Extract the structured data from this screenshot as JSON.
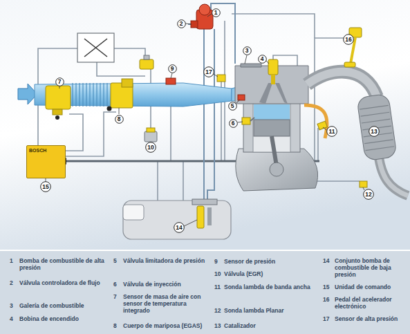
{
  "diagram": {
    "nodes": [
      {
        "text": [
          "1"
        ]
      },
      {
        "text": [
          "2"
        ]
      },
      {
        "text": [
          "16"
        ]
      },
      {
        "text": [
          "3"
        ]
      },
      {
        "text": [
          "4"
        ]
      },
      {
        "text": [
          "9"
        ]
      },
      {
        "text": [
          "17"
        ]
      },
      {
        "text": [
          "7"
        ]
      },
      {
        "text": [
          "5"
        ]
      },
      {
        "text": [
          "8"
        ]
      },
      {
        "text": [
          "6"
        ]
      },
      {
        "text": [
          "11"
        ]
      },
      {
        "text": [
          "13"
        ]
      },
      {
        "text": [
          "BOSCH"
        ]
      },
      {
        "text": [
          "10"
        ]
      },
      {
        "text": [
          "15"
        ]
      },
      {
        "text": [
          "12"
        ]
      },
      {
        "text": [
          "14"
        ]
      }
    ],
    "labels": [
      "1",
      "Bomba de combustible de alta presión",
      "2",
      "Válvula controladora de flujo",
      "3",
      "Galería de combustible",
      "4",
      "Bobina de encendido",
      "5",
      "Válvula limitadora de presión",
      "6",
      "Válvula de inyección",
      "7",
      "Sensor de masa de aire con sensor de temperatura integrado",
      "8",
      "Cuerpo de mariposa (EGAS)",
      "9",
      "Sensor de presión",
      "10",
      "Válvula (EGR)",
      "11",
      "Sonda lambda de banda ancha",
      "12",
      "Sonda lambda Planar",
      "13",
      "Catalizador",
      "14",
      "Conjunto bomba de combustible de baja presión",
      "15",
      "Unidad de comando",
      "16",
      "Pedal del acelerador electrónico",
      "17",
      "Sensor de alta presión"
    ]
  }
}
